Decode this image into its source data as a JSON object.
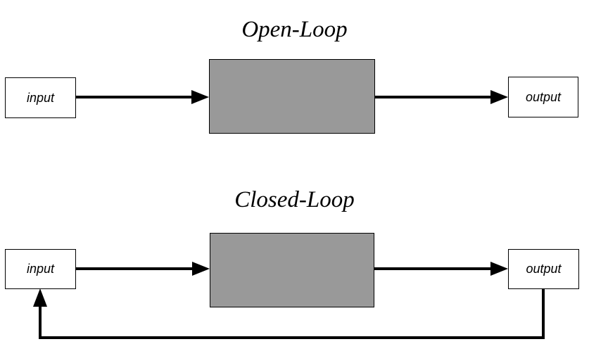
{
  "diagrams": {
    "open_loop": {
      "title": "Open-Loop",
      "input_label": "input",
      "output_label": "output"
    },
    "closed_loop": {
      "title": "Closed-Loop",
      "input_label": "input",
      "output_label": "output"
    }
  },
  "colors": {
    "background": "#ffffff",
    "line": "#000000",
    "process_box_fill": "#999999",
    "process_box_border": "#000000",
    "label_box_fill": "#ffffff",
    "label_box_border": "#000000",
    "text": "#000000"
  }
}
